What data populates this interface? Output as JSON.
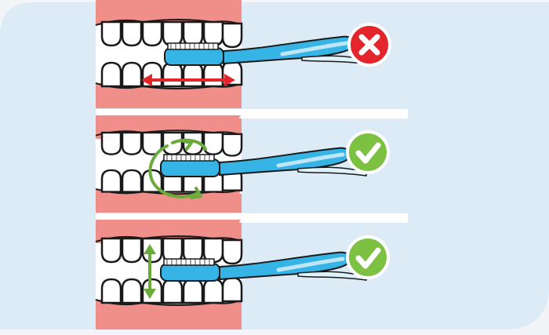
{
  "card": {
    "background": "#dcebf6"
  },
  "colors": {
    "gum": "#f08f8a",
    "gum_shadow": "#e8827d",
    "tooth": "#ffffff",
    "outline": "#1a1a1a",
    "brush": "#37b4e6",
    "brush_handle_light": "#bfe6f7",
    "wrong": "#e2262c",
    "arrow_wrong": "#e2262c",
    "right": "#7cc142",
    "arrow_right": "#6aab3c",
    "divider": "#ffffff"
  },
  "panels": [
    {
      "id": "horizontal",
      "verdict": "wrong",
      "verdict_icon": "cross-icon",
      "motion": "horizontal-double-arrow"
    },
    {
      "id": "circular",
      "verdict": "right",
      "verdict_icon": "check-icon",
      "motion": "circular-arrows"
    },
    {
      "id": "vertical",
      "verdict": "right",
      "verdict_icon": "check-icon",
      "motion": "vertical-double-arrow"
    }
  ]
}
